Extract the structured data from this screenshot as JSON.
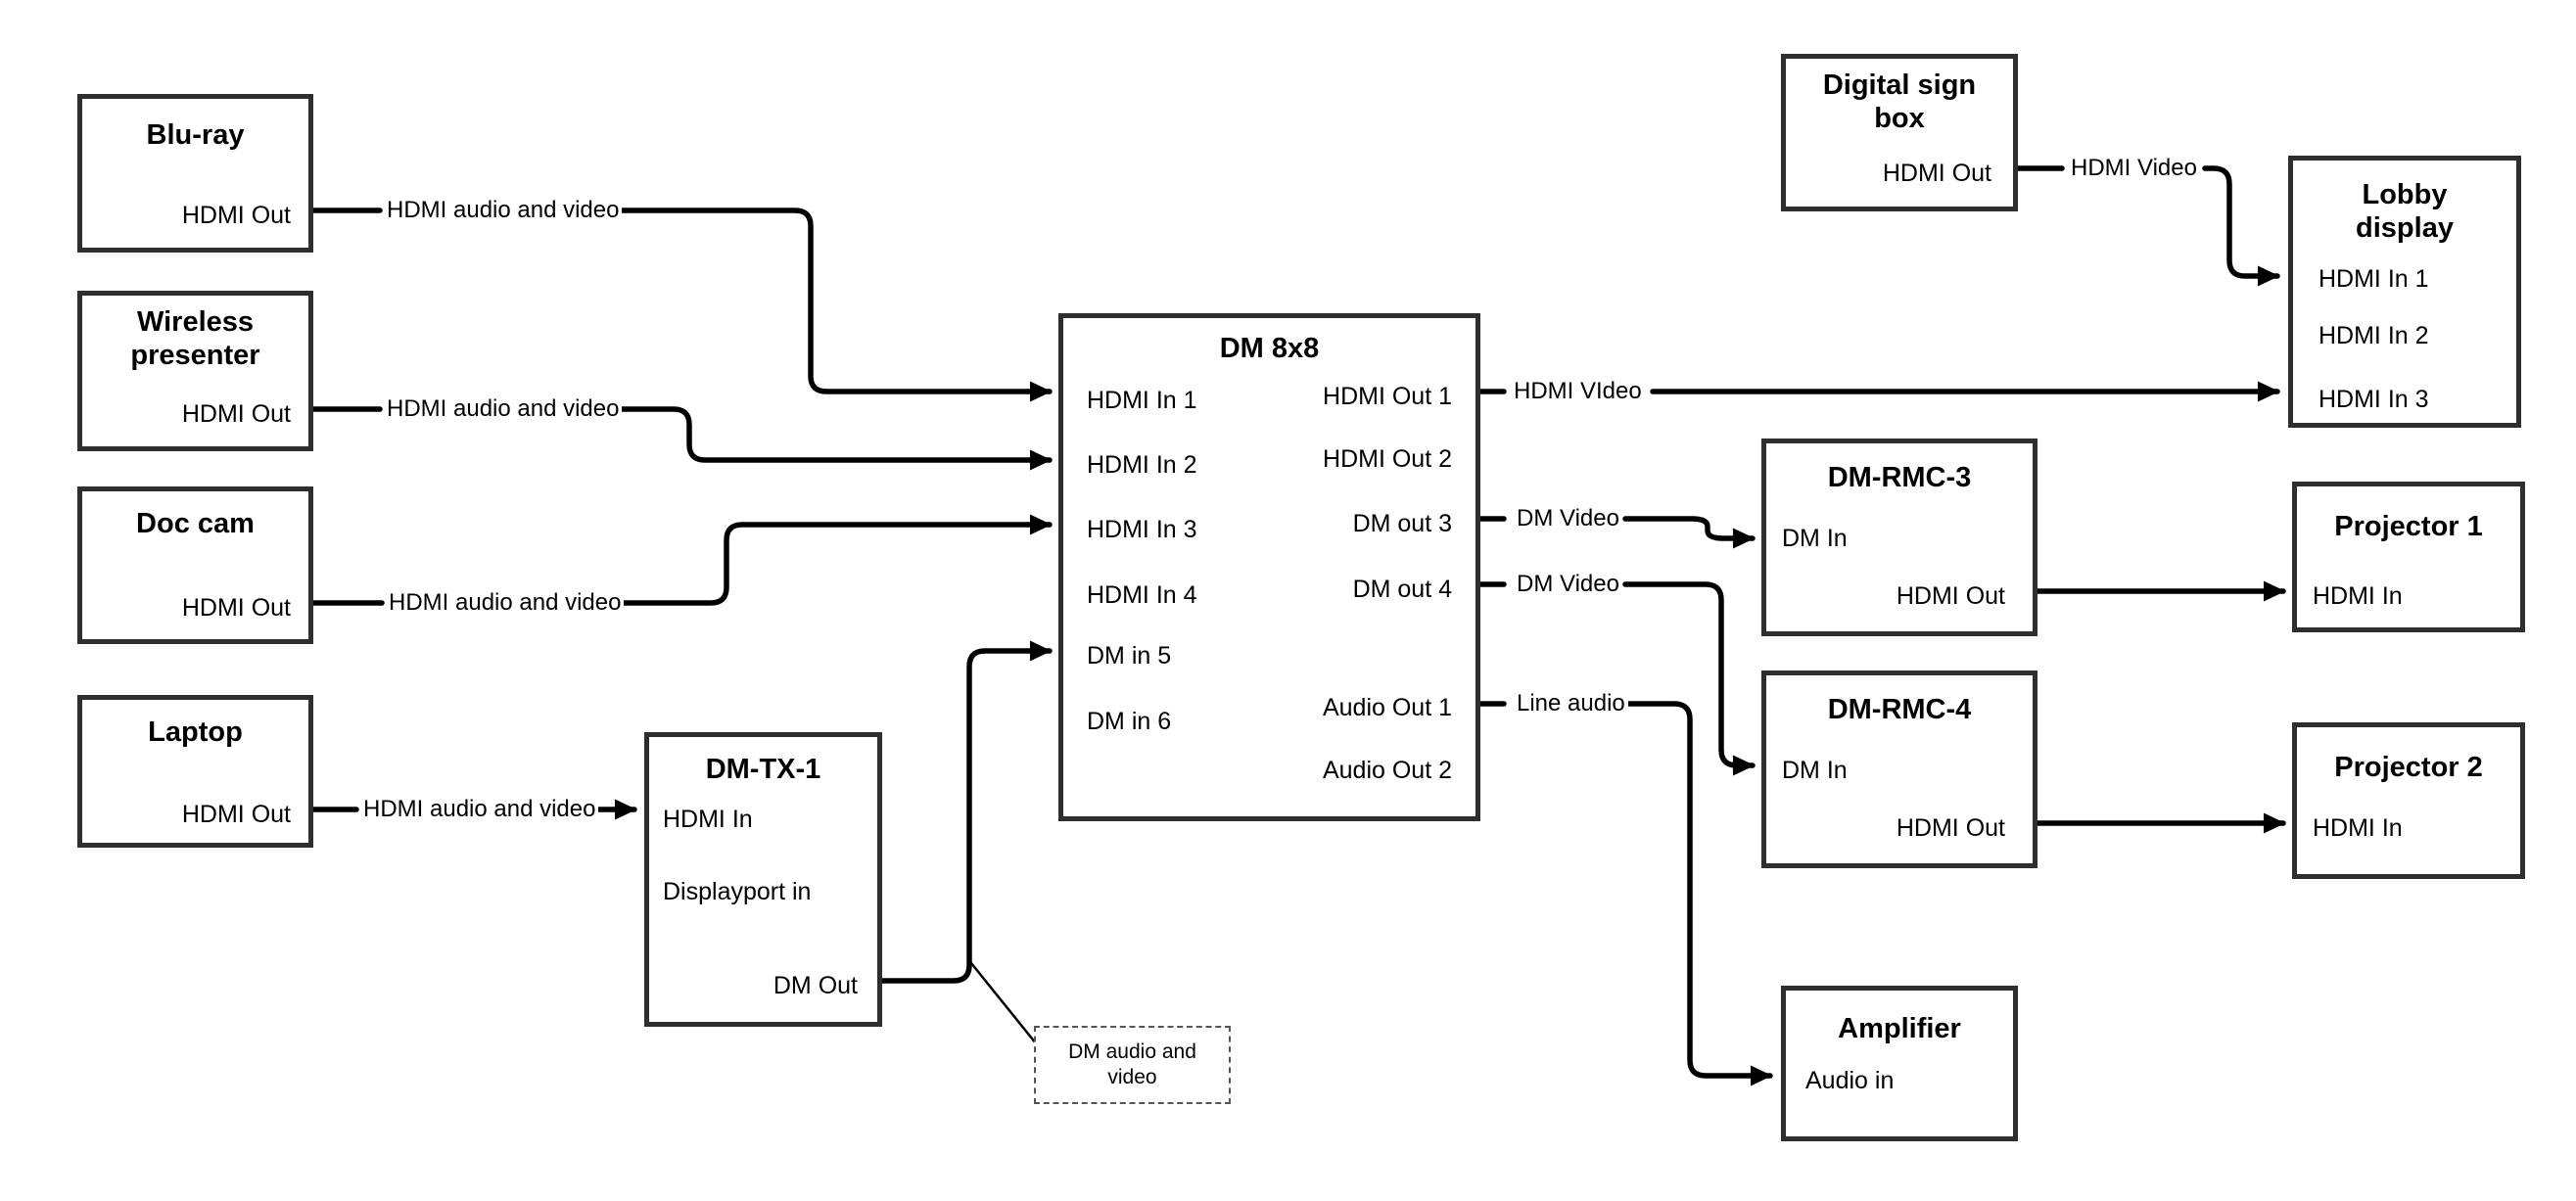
{
  "colors": {
    "background": "#ffffff",
    "line": "#000000",
    "box_border": "#2e2e2e",
    "text": "#000000"
  },
  "boxes": {
    "blu_ray": {
      "title": "Blu-ray",
      "ports": [
        {
          "label": "HDMI Out"
        }
      ]
    },
    "wireless_presenter": {
      "title": "Wireless\npresenter",
      "ports": [
        {
          "label": "HDMI Out"
        }
      ]
    },
    "doc_cam": {
      "title": "Doc cam",
      "ports": [
        {
          "label": "HDMI Out"
        }
      ]
    },
    "laptop": {
      "title": "Laptop",
      "ports": [
        {
          "label": "HDMI Out"
        }
      ]
    },
    "dm_tx_1": {
      "title": "DM-TX-1",
      "ports": [
        {
          "label": "HDMI In"
        },
        {
          "label": "Displayport in"
        },
        {
          "label": "DM Out"
        }
      ]
    },
    "dm_8x8": {
      "title": "DM 8x8",
      "ports_left": [
        {
          "label": "HDMI In 1"
        },
        {
          "label": "HDMI In 2"
        },
        {
          "label": "HDMI In 3"
        },
        {
          "label": "HDMI In 4"
        },
        {
          "label": "DM in 5"
        },
        {
          "label": "DM in 6"
        }
      ],
      "ports_right": [
        {
          "label": "HDMI Out 1"
        },
        {
          "label": "HDMI Out 2"
        },
        {
          "label": "DM out 3"
        },
        {
          "label": "DM out 4"
        },
        {
          "label": "Audio Out 1"
        },
        {
          "label": "Audio Out 2"
        }
      ]
    },
    "digital_sign_box": {
      "title": "Digital sign\nbox",
      "ports": [
        {
          "label": "HDMI Out"
        }
      ]
    },
    "lobby_display": {
      "title": "Lobby\ndisplay",
      "ports": [
        {
          "label": "HDMI In 1"
        },
        {
          "label": "HDMI In 2"
        },
        {
          "label": "HDMI In 3"
        }
      ]
    },
    "dm_rmc_3": {
      "title": "DM-RMC-3",
      "ports": [
        {
          "label": "DM In"
        },
        {
          "label": "HDMI Out"
        }
      ]
    },
    "projector_1": {
      "title": "Projector 1",
      "ports": [
        {
          "label": "HDMI In"
        }
      ]
    },
    "dm_rmc_4": {
      "title": "DM-RMC-4",
      "ports": [
        {
          "label": "DM In"
        },
        {
          "label": "HDMI Out"
        }
      ]
    },
    "projector_2": {
      "title": "Projector 2",
      "ports": [
        {
          "label": "HDMI In"
        }
      ]
    },
    "amplifier": {
      "title": "Amplifier",
      "ports": [
        {
          "label": "Audio in"
        }
      ]
    }
  },
  "connection_labels": {
    "blu_ray_line": "HDMI audio and video",
    "wireless_line": "HDMI audio and video",
    "doc_cam_line": "HDMI audio and video",
    "laptop_line": "HDMI audio and video",
    "hdmi_out1_line": "HDMI VIdeo",
    "dm_out3_line": "DM Video",
    "dm_out4_line": "DM Video",
    "audio_out1_line": "Line audio",
    "digital_sign_line": "HDMI Video"
  },
  "note": {
    "text": "DM audio and video"
  }
}
